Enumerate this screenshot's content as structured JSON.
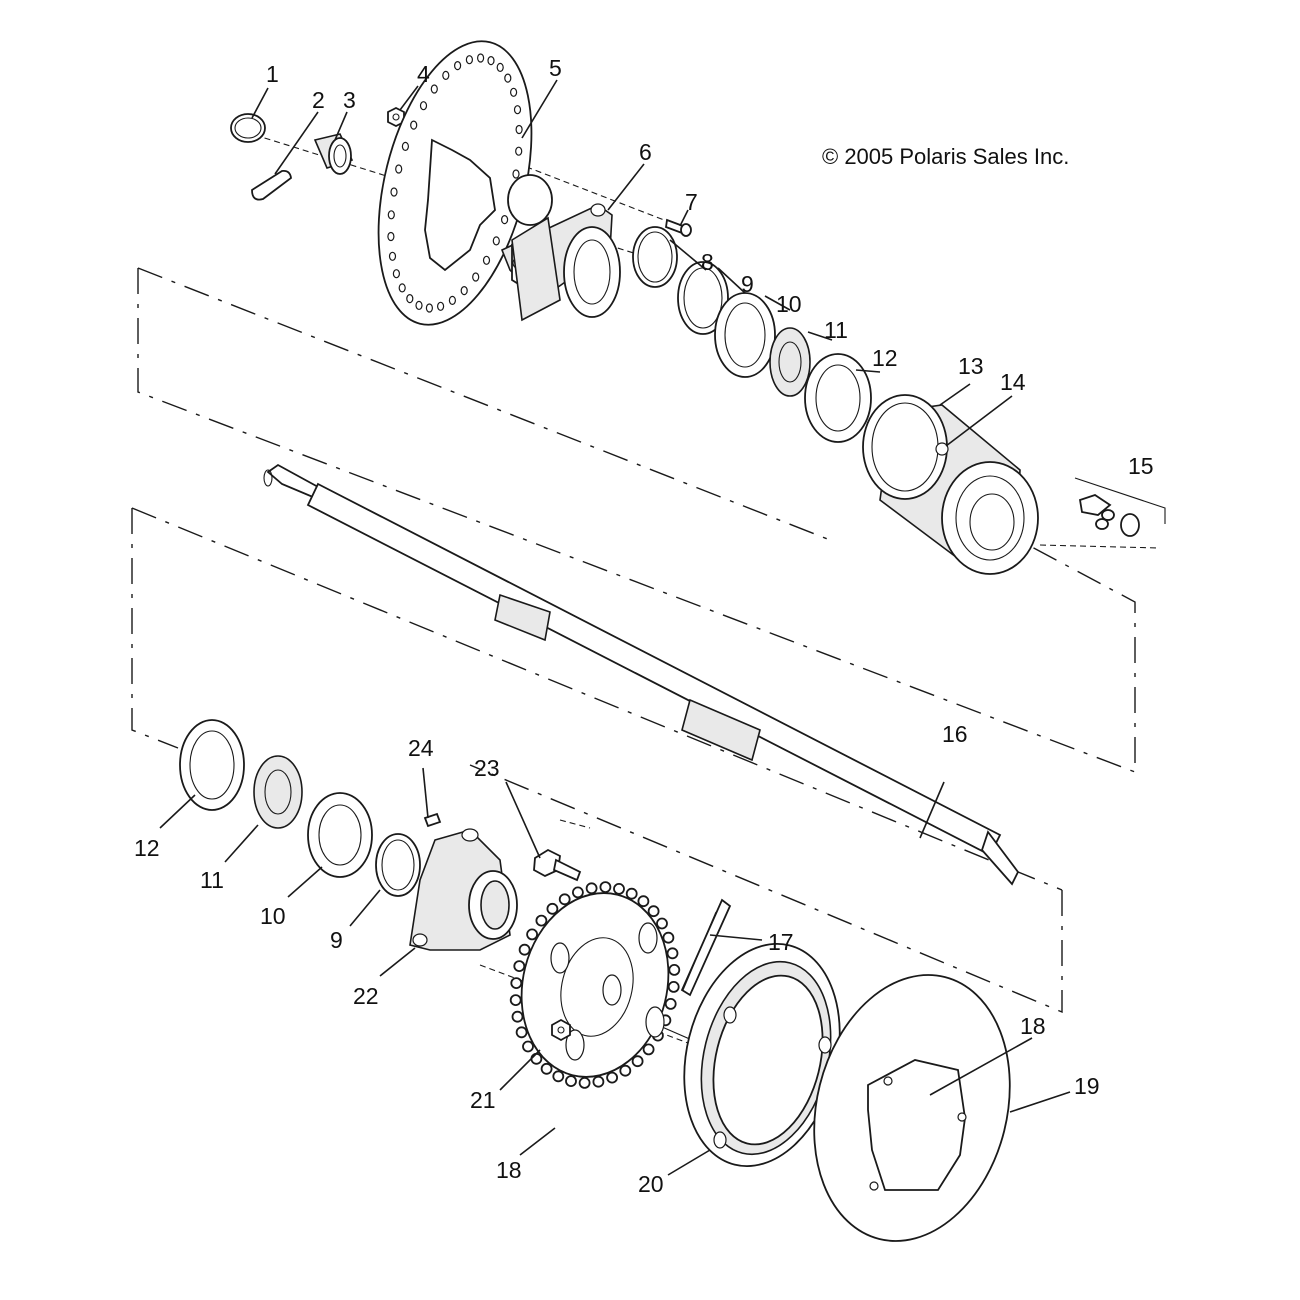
{
  "copyright": "© 2005 Polaris Sales Inc.",
  "callouts": [
    "1",
    "2",
    "3",
    "4",
    "5",
    "6",
    "7",
    "8",
    "9",
    "10",
    "11",
    "12",
    "13",
    "14",
    "15",
    "16",
    "12",
    "11",
    "10",
    "9",
    "22",
    "24",
    "23",
    "21",
    "18",
    "17",
    "20",
    "18",
    "19"
  ]
}
